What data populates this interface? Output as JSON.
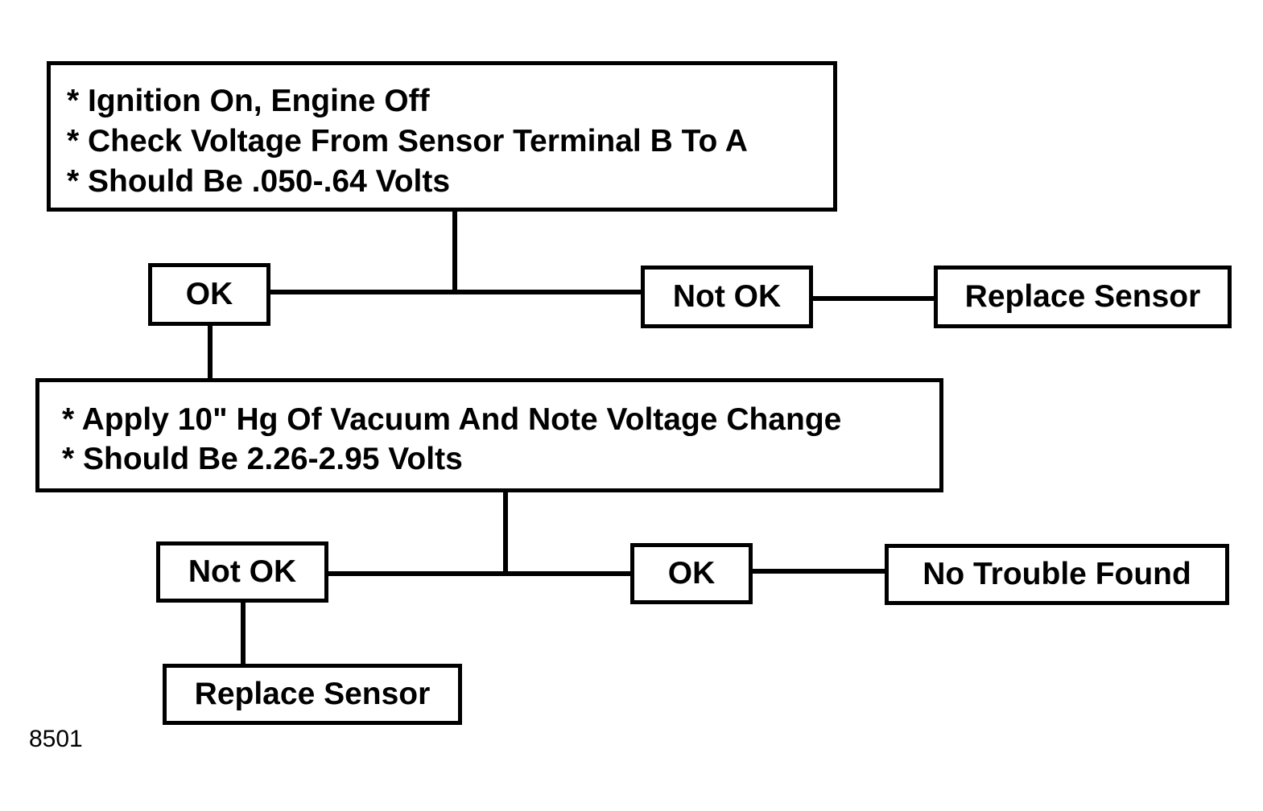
{
  "step1": {
    "lines": [
      "* Ignition On, Engine Off",
      "* Check Voltage From Sensor Terminal B To A",
      "* Should Be .050-.64 Volts"
    ]
  },
  "step1_outcomes": {
    "ok": "OK",
    "not_ok": "Not OK",
    "not_ok_action": "Replace Sensor"
  },
  "step2": {
    "lines": [
      "* Apply 10\" Hg Of Vacuum And Note Voltage Change",
      "* Should Be 2.26-2.95 Volts"
    ]
  },
  "step2_outcomes": {
    "not_ok": "Not OK",
    "not_ok_action": "Replace Sensor",
    "ok": "OK",
    "ok_action": "No Trouble Found"
  },
  "figure_id": "8501"
}
